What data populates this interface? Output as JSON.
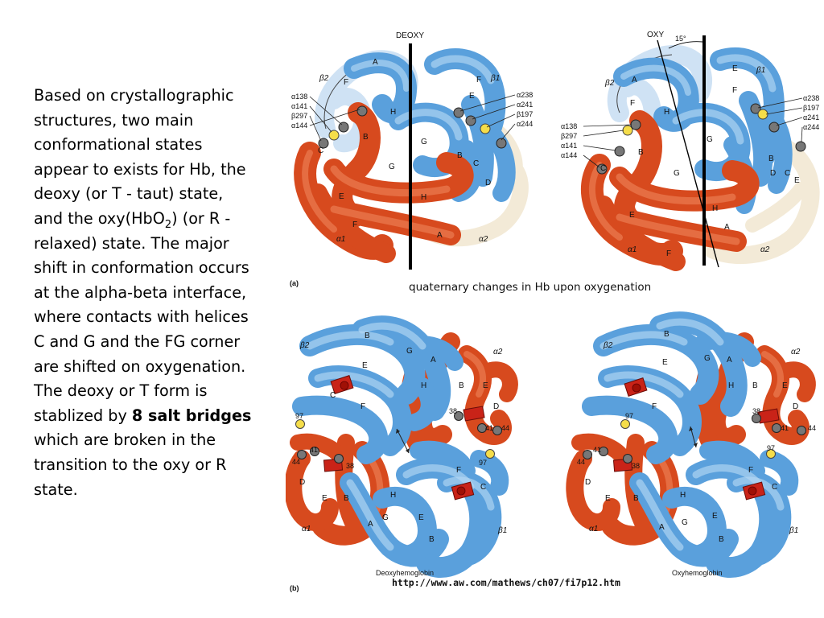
{
  "text": {
    "line1": "Based on crystallographic",
    "line2": "structures, two main",
    "line3": "conformational states",
    "line4": "appear to exists for Hb, the",
    "line5": "deoxy (or T - taut) state,",
    "line6_pre": "and the oxy(HbO",
    "line6_sub": "2",
    "line6_post": ") (or R -",
    "line7": "relaxed) state. The major",
    "line8": "shift in conformation occurs",
    "line9": "at the alpha-beta interface,",
    "line10": "where contacts with helices",
    "line11": "C and G and the FG corner",
    "line12": "are shifted on oxygenation.",
    "line13": "The deoxy or T form is",
    "line14_pre": "stablized by ",
    "line14_bold": "8 salt bridges",
    "line15": "which are broken in the",
    "line16": "transition to the oxy or R",
    "line17": "state."
  },
  "figure_a": {
    "panel_label": "(a)",
    "caption": "quaternary changes in Hb upon oxygenation",
    "deoxy": {
      "title": "DEOXY",
      "subunits": {
        "alpha1": "α1",
        "alpha2": "α2",
        "beta1": "β1",
        "beta2": "β2"
      },
      "left_residues": [
        "α138",
        "α141",
        "β297",
        "α144"
      ],
      "right_residues": [
        "α238",
        "α241",
        "β197",
        "α244"
      ],
      "helices_orange": [
        "B",
        "C",
        "E",
        "F",
        "G",
        "H",
        "A"
      ],
      "helices_blue": [
        "A",
        "B",
        "C",
        "D",
        "E",
        "F",
        "G",
        "H"
      ],
      "helices_light": [
        "F"
      ]
    },
    "oxy": {
      "title": "OXY",
      "angle": "15°",
      "subunits": {
        "alpha1": "α1",
        "alpha2": "α2",
        "beta1": "β1",
        "beta2": "β2"
      },
      "left_residues": [
        "α138",
        "β297",
        "α141",
        "α144"
      ],
      "right_residues": [
        "α238",
        "β197",
        "α241",
        "α244"
      ],
      "helices_orange": [
        "B",
        "C",
        "E",
        "F",
        "G",
        "H",
        "A"
      ],
      "helices_blue": [
        "A",
        "B",
        "D",
        "E",
        "F",
        "G",
        "H"
      ],
      "helices_light": [
        "F",
        "C",
        "E"
      ]
    }
  },
  "figure_b": {
    "panel_label": "(b)",
    "url": "http://www.aw.com/mathews/ch07/fi7p12.htm",
    "deoxy": {
      "caption": "Deoxyhemoglobin",
      "subunits": {
        "alpha1": "α1",
        "alpha2": "α2",
        "beta1": "β1",
        "beta2": "β2"
      },
      "residues": [
        "97",
        "38",
        "41",
        "44",
        "41",
        "44",
        "38",
        "97"
      ],
      "helices_blue_top": [
        "B",
        "E",
        "G",
        "A",
        "C",
        "F",
        "H"
      ],
      "helices_orange_right": [
        "E",
        "B",
        "D"
      ],
      "helices_orange_left": [
        "D",
        "E",
        "B"
      ],
      "helices_blue_bottom": [
        "F",
        "C",
        "H",
        "A",
        "G",
        "E",
        "B"
      ]
    },
    "oxy": {
      "caption": "Oxyhemoglobin",
      "subunits": {
        "alpha1": "α1",
        "alpha2": "α2",
        "beta1": "β1",
        "beta2": "β2"
      },
      "residues": [
        "97",
        "38",
        "41",
        "44",
        "41",
        "44",
        "38",
        "97"
      ],
      "helices_blue_top": [
        "B",
        "E",
        "G",
        "A",
        "F",
        "H"
      ],
      "helices_orange_right": [
        "E",
        "B",
        "D"
      ],
      "helices_orange_left": [
        "D",
        "E",
        "B"
      ],
      "helices_blue_bottom": [
        "F",
        "C",
        "H",
        "A",
        "G",
        "E",
        "B"
      ]
    }
  },
  "colors": {
    "alpha_orange": "#d74a1e",
    "beta_blue": "#5aa0dc",
    "light_blue": "#cfe2f4",
    "cream": "#f3ead7",
    "heme_yellow": "#f5dd4a",
    "salt_bridge_red": "#c92318"
  }
}
